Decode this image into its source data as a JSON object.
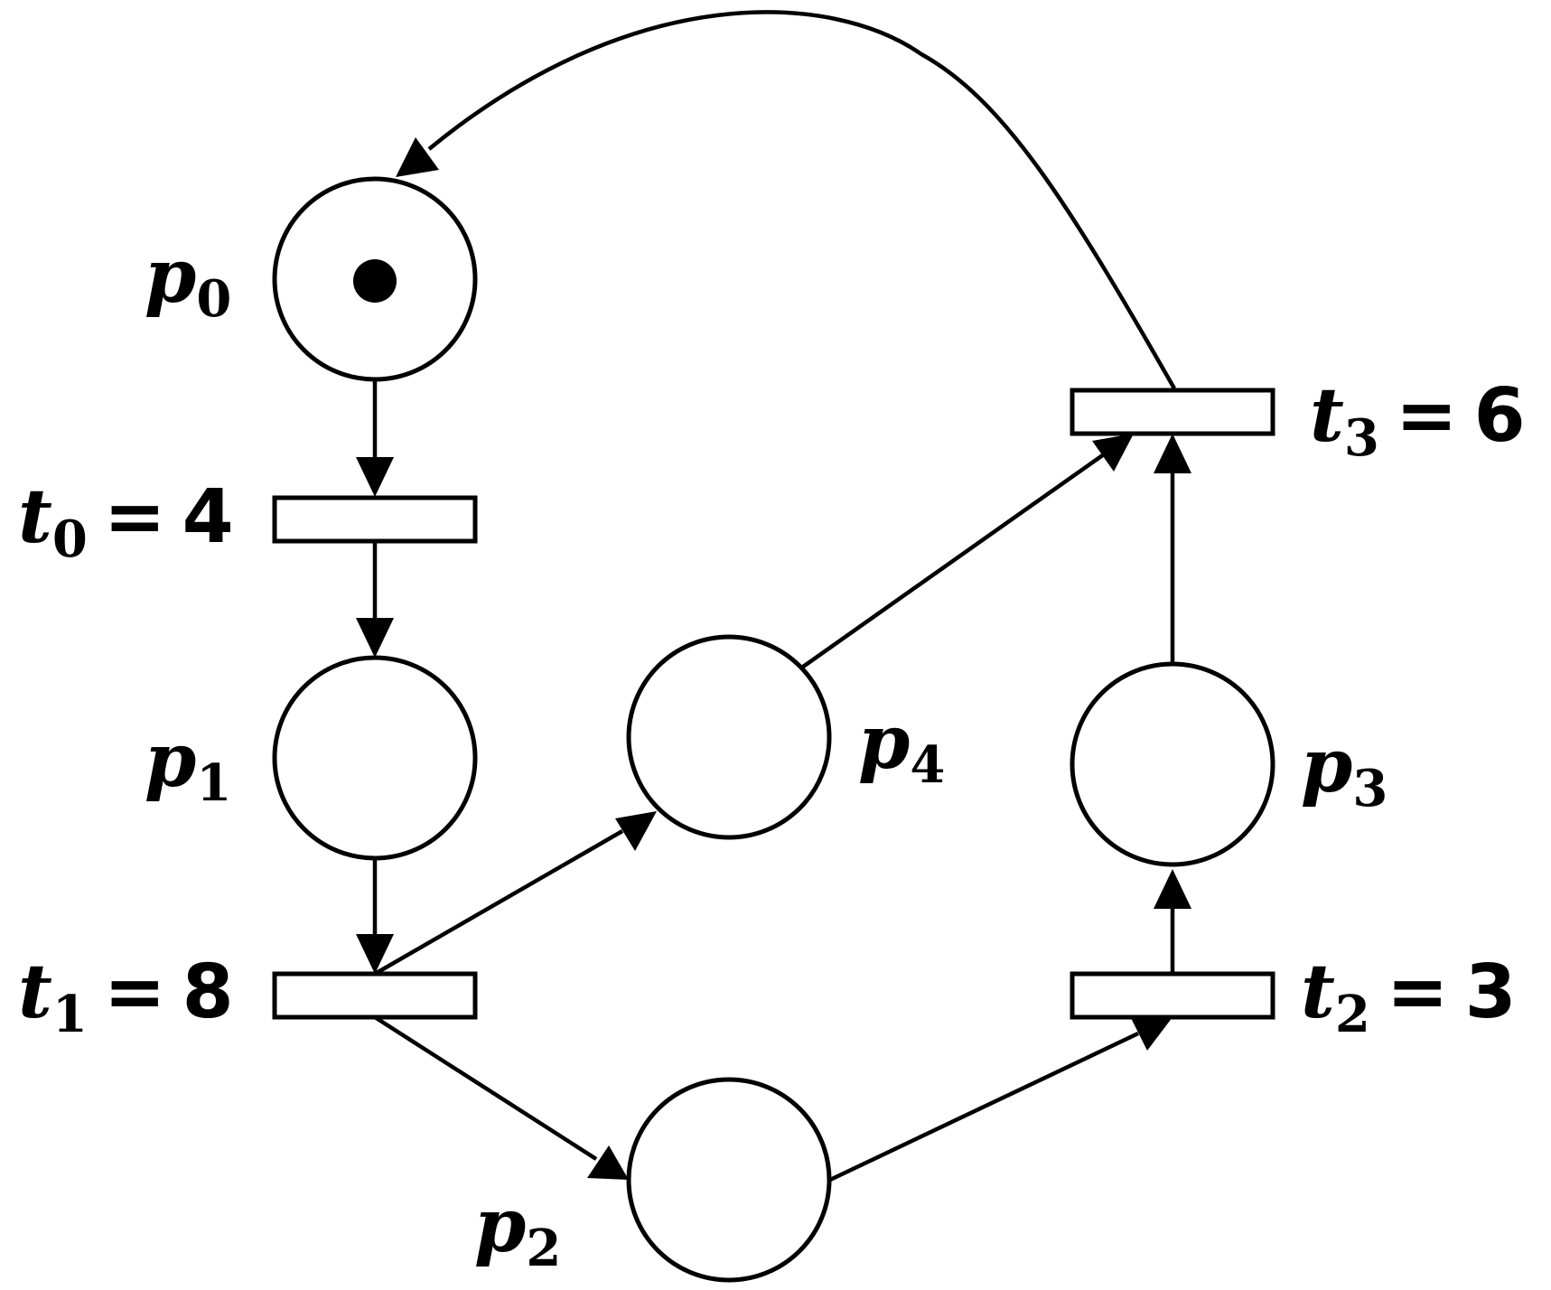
{
  "places": [
    {
      "id": "p0",
      "label": "p",
      "sub": "0",
      "tokens": 1
    },
    {
      "id": "p1",
      "label": "p",
      "sub": "1",
      "tokens": 0
    },
    {
      "id": "p2",
      "label": "p",
      "sub": "2",
      "tokens": 0
    },
    {
      "id": "p3",
      "label": "p",
      "sub": "3",
      "tokens": 0
    },
    {
      "id": "p4",
      "label": "p",
      "sub": "4",
      "tokens": 0
    }
  ],
  "transitions": [
    {
      "id": "t0",
      "label": "t",
      "sub": "0",
      "eq": "=",
      "value": "4"
    },
    {
      "id": "t1",
      "label": "t",
      "sub": "1",
      "eq": "=",
      "value": "8"
    },
    {
      "id": "t2",
      "label": "t",
      "sub": "2",
      "eq": "=",
      "value": "3"
    },
    {
      "id": "t3",
      "label": "t",
      "sub": "3",
      "eq": "=",
      "value": "6"
    }
  ],
  "arcs": [
    {
      "from": "p0",
      "to": "t0"
    },
    {
      "from": "t0",
      "to": "p1"
    },
    {
      "from": "p1",
      "to": "t1"
    },
    {
      "from": "t1",
      "to": "p4"
    },
    {
      "from": "t1",
      "to": "p2"
    },
    {
      "from": "p2",
      "to": "t2"
    },
    {
      "from": "t2",
      "to": "p3"
    },
    {
      "from": "p3",
      "to": "t3"
    },
    {
      "from": "p4",
      "to": "t3"
    },
    {
      "from": "t3",
      "to": "p0"
    }
  ]
}
